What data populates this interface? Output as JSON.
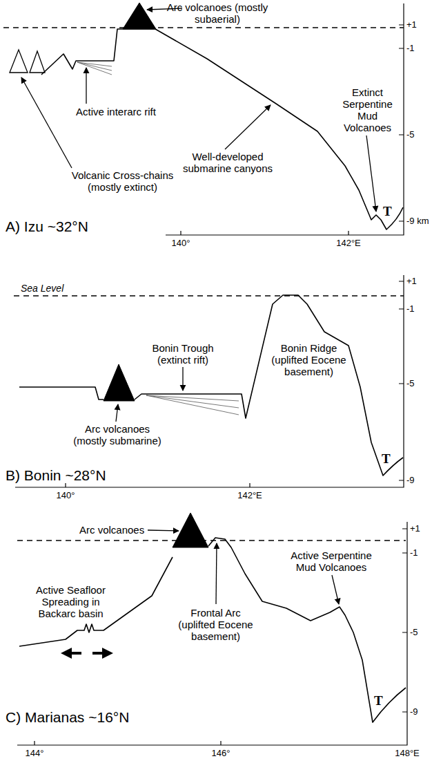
{
  "diagram": {
    "labels": [
      "Arc volcanoes (mostly subaerial)",
      "Volcanic Cross-chains (mostly extinct)",
      "Active interarc rift",
      "Well-developed submarine canyons",
      "Extinct Serpentine Mud Volcanoes",
      "T",
      "A) Izu ~32°N",
      "+1",
      "-1",
      "-5",
      "-9 km",
      "140°",
      "142°E",
      "Sea Level",
      "Bonin Trough (extinct rift)",
      "Bonin Ridge (uplifted Eocene basement)",
      "Arc volcanoes (mostly submarine)",
      "T",
      "B) Bonin ~28°N",
      "+1",
      "-1",
      "-5",
      "-9",
      "140°",
      "142°E",
      "Arc volcanoes",
      "Active Seafloor Spreading in Backarc basin",
      "Frontal Arc (uplifted Eocene basement)",
      "Active Serpentine Mud Volcanoes",
      "T",
      "C) Marianas ~16°N",
      "+1",
      "-1",
      "-5",
      "-9",
      "144°",
      "146°",
      "148°E"
    ]
  }
}
